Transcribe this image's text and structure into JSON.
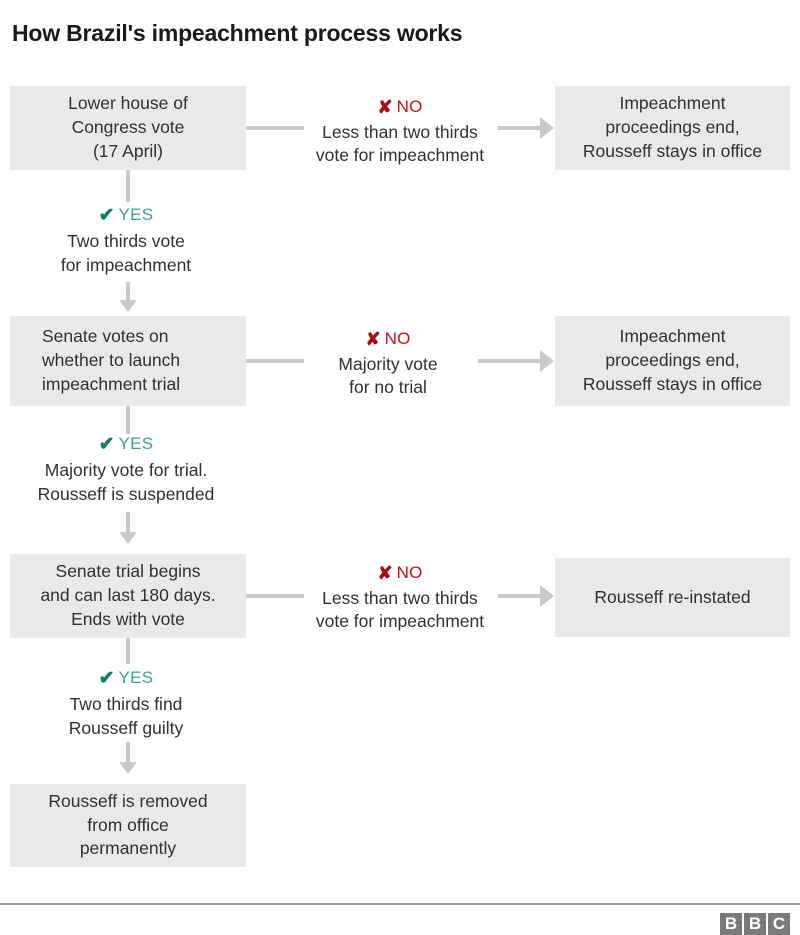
{
  "title": "How Brazil's impeachment process works",
  "colors": {
    "box_fill": "#e9e9e9",
    "connector": "#c9c9c9",
    "no_mark": "#a80d15",
    "no_text": "#c2111b",
    "yes_mark": "#137a6d",
    "yes_text": "#3ba194",
    "body_text": "#303030",
    "footer_rule": "#9b9b9b",
    "bbc_block": "#7a7a7a"
  },
  "icons": {
    "cross": "✘",
    "check": "✔"
  },
  "chart_data": {
    "type": "diagram",
    "diagram_type": "flowchart",
    "title": "How Brazil's impeachment process works",
    "orientation": "top-to-bottom with right-branching failure outcomes",
    "nodes": [
      {
        "id": "step1",
        "label": "Lower house of\nCongress vote\n(17 April)",
        "kind": "decision",
        "column": "left"
      },
      {
        "id": "end1",
        "label": "Impeachment\nproceedings end,\nRousseff stays in office",
        "kind": "outcome",
        "column": "right"
      },
      {
        "id": "step2",
        "label": "Senate votes on\nwhether to launch\nimpeachment trial",
        "kind": "decision",
        "column": "left"
      },
      {
        "id": "end2",
        "label": "Impeachment\nproceedings end,\nRousseff stays in office",
        "kind": "outcome",
        "column": "right"
      },
      {
        "id": "step3",
        "label": "Senate trial begins\nand can last 180 days.\nEnds with vote",
        "kind": "decision",
        "column": "left"
      },
      {
        "id": "end3",
        "label": "Rousseff re-instated",
        "kind": "outcome",
        "column": "right"
      },
      {
        "id": "end4",
        "label": "Rousseff is removed\nfrom office\npermanently",
        "kind": "outcome",
        "column": "left"
      }
    ],
    "edges": [
      {
        "from": "step1",
        "to": "end1",
        "branch": "NO",
        "label": "Less than two thirds\nvote for impeachment"
      },
      {
        "from": "step1",
        "to": "step2",
        "branch": "YES",
        "label": "Two thirds vote\nfor impeachment"
      },
      {
        "from": "step2",
        "to": "end2",
        "branch": "NO",
        "label": "Majority vote\nfor no trial"
      },
      {
        "from": "step2",
        "to": "step3",
        "branch": "YES",
        "label": "Majority vote for trial.\nRousseff is suspended"
      },
      {
        "from": "step3",
        "to": "end3",
        "branch": "NO",
        "label": "Less than two thirds\nvote for impeachment"
      },
      {
        "from": "step3",
        "to": "end4",
        "branch": "YES",
        "label": "Two thirds find\nRousseff guilty"
      }
    ]
  },
  "boxes": {
    "step1": "Lower house of\nCongress vote\n(17 April)",
    "end1": "Impeachment\nproceedings end,\nRousseff stays in office",
    "step2": "Senate votes on\nwhether to launch\nimpeachment trial",
    "end2": "Impeachment\nproceedings end,\nRousseff stays in office",
    "step3": "Senate trial begins\nand can last 180 days.\nEnds with vote",
    "end3": "Rousseff re-instated",
    "end4": "Rousseff is removed\nfrom office\npermanently"
  },
  "branches": {
    "no1_word": "NO",
    "no1_body": "Less than two thirds\nvote for impeachment",
    "yes1_word": "YES",
    "yes1_body": "Two thirds vote\nfor impeachment",
    "no2_word": "NO",
    "no2_body": "Majority vote\nfor no trial",
    "yes2_word": "YES",
    "yes2_body": "Majority vote for trial.\nRousseff is suspended",
    "no3_word": "NO",
    "no3_body": "Less than two thirds\nvote for impeachment",
    "yes3_word": "YES",
    "yes3_body": "Two thirds find\nRousseff guilty"
  },
  "footer": {
    "logo_letters": [
      "B",
      "B",
      "C"
    ]
  }
}
